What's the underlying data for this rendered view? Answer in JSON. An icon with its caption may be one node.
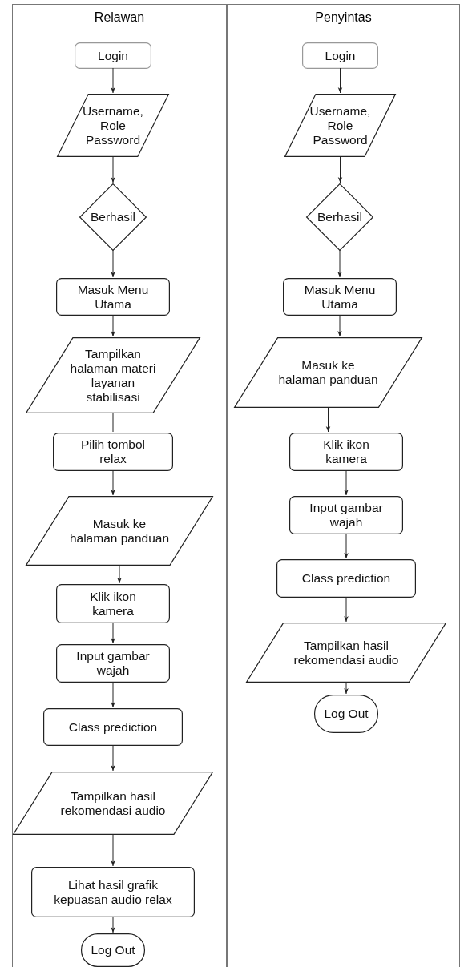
{
  "diagram": {
    "nodes": [
      {
        "text": [
          "Relawan"
        ]
      },
      {
        "text": [
          "Penyintas"
        ]
      },
      {
        "text": [
          "Login"
        ],
        "in": 0
      },
      {
        "text": [
          "Username, Role Password"
        ],
        "in": 0
      },
      {
        "text": [
          "Berhasil"
        ],
        "in": 0
      },
      {
        "text": [
          "Masuk Menu Utama"
        ],
        "in": 0
      },
      {
        "text": [
          "Tampilkan halaman materi layanan stabilisasi"
        ],
        "in": 0
      },
      {
        "text": [
          "Pilih tombol relax"
        ],
        "in": 0
      },
      {
        "text": [
          "Masuk ke halaman panduan"
        ],
        "in": 0
      },
      {
        "text": [
          "Klik ikon kamera"
        ],
        "in": 0
      },
      {
        "text": [
          "Input gambar wajah"
        ],
        "in": 0
      },
      {
        "text": [
          "Class prediction"
        ],
        "in": 0
      },
      {
        "text": [
          "Tampilkan hasil rekomendasi audio"
        ],
        "in": 0
      },
      {
        "text": [
          "Lihat hasil grafik kepuasan audio relax"
        ],
        "in": 0
      },
      {
        "text": [
          "Log Out"
        ],
        "in": 0
      },
      {
        "text": [
          "Login"
        ],
        "in": 1
      },
      {
        "text": [
          "Username, Role Password"
        ],
        "in": 1
      },
      {
        "text": [
          "Berhasil"
        ],
        "in": 1
      },
      {
        "text": [
          "Masuk Menu Utama"
        ],
        "in": 1
      },
      {
        "text": [
          "Masuk ke halaman panduan"
        ],
        "in": 1
      },
      {
        "text": [
          "Klik ikon kamera"
        ],
        "in": 1
      },
      {
        "text": [
          "Input gambar wajah"
        ],
        "in": 1
      },
      {
        "text": [
          "Class prediction"
        ],
        "in": 1
      },
      {
        "text": [
          "Tampilkan hasil rekomendasi audio"
        ],
        "in": 1
      },
      {
        "text": [
          "Log Out"
        ],
        "in": 1
      }
    ],
    "edges": [
      {
        "from": 2,
        "to": 3,
        "arrow": "to"
      },
      {
        "from": 3,
        "to": 4,
        "arrow": "to"
      },
      {
        "from": 4,
        "to": 5,
        "arrow": "to"
      },
      {
        "from": 5,
        "to": 6,
        "arrow": "to"
      },
      {
        "from": 6,
        "to": 7,
        "arrow": "none"
      },
      {
        "from": 7,
        "to": 8,
        "arrow": "to"
      },
      {
        "from": 8,
        "to": 9,
        "arrow": "to"
      },
      {
        "from": 9,
        "to": 10,
        "arrow": "to"
      },
      {
        "from": 10,
        "to": 11,
        "arrow": "to"
      },
      {
        "from": 11,
        "to": 12,
        "arrow": "to"
      },
      {
        "from": 12,
        "to": 13,
        "arrow": "to"
      },
      {
        "from": 13,
        "to": 14,
        "arrow": "to"
      },
      {
        "from": 15,
        "to": 16,
        "arrow": "to"
      },
      {
        "from": 16,
        "to": 17,
        "arrow": "to"
      },
      {
        "from": 17,
        "to": 18,
        "arrow": "to"
      },
      {
        "from": 18,
        "to": 19,
        "arrow": "to"
      },
      {
        "from": 19,
        "to": 20,
        "arrow": "to"
      },
      {
        "from": 20,
        "to": 21,
        "arrow": "to"
      },
      {
        "from": 21,
        "to": 22,
        "arrow": "to"
      },
      {
        "from": 22,
        "to": 23,
        "arrow": "to"
      },
      {
        "from": 23,
        "to": 24,
        "arrow": "to"
      }
    ]
  }
}
